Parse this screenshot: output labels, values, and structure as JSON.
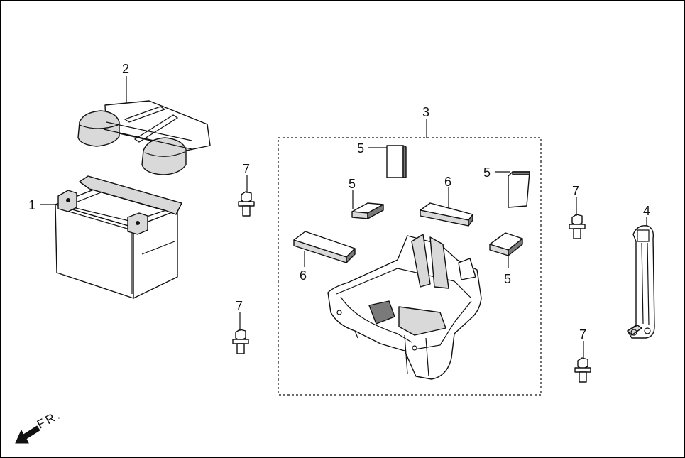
{
  "colors": {
    "stroke": "#111111",
    "fill_light": "#ffffff",
    "fill_mid": "#d9d9d9",
    "fill_dark": "#7a7a7a",
    "frame": "#000000"
  },
  "callouts": {
    "battery": "1",
    "battery_cover": "2",
    "battery_box_assembly": "3",
    "battery_strap": "4",
    "rubber_pad": "5",
    "foam_pad": "6",
    "bolt": "7"
  },
  "direction_label": "FR.",
  "icons": [
    "front-direction-arrow-icon"
  ]
}
